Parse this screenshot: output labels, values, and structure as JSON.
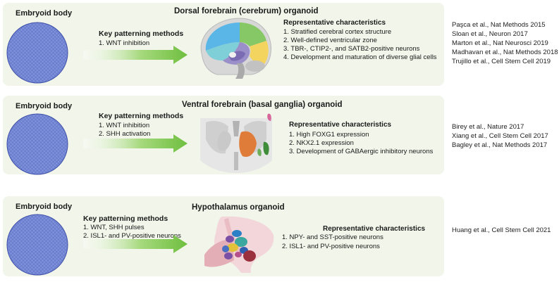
{
  "colors": {
    "panel_bg": "#f1f5ea",
    "body_fill": "#7d90db",
    "arrow_green": "#86cc58"
  },
  "rows": [
    {
      "embryoid_label": "Embryoid body",
      "organoid_title": "Dorsal forebrain (cerebrum) organoid",
      "methods_title": "Key patterning methods",
      "methods": [
        "1. WNT inhibition"
      ],
      "characteristics_title": "Representative characteristics",
      "characteristics": [
        "1. Stratified cerebral cortex structure",
        "2. Well-defined ventricular zone",
        "3. TBR-, CTIP2-, and SATB2-positive neurons",
        "4. Development and maturation of diverse glial cells"
      ],
      "references": [
        "Paşca et al., Nat Methods 2015",
        "Sloan et al., Neuron 2017",
        "Marton et al., Nat Neurosci 2019",
        "Madhavan et al., Nat Methods 2018",
        "Trujillo et al., Cell Stem Cell 2019"
      ]
    },
    {
      "embryoid_label": "Embryoid body",
      "organoid_title": "Ventral forebrain (basal ganglia) organoid",
      "methods_title": "Key patterning methods",
      "methods": [
        "1.  WNT inhibition",
        "2.  SHH activation"
      ],
      "characteristics_title": "Representative characteristics",
      "characteristics": [
        "1.  High FOXG1 expression",
        "2.  NKX2.1 expression",
        "3.  Development of GABAergic inhibitory neurons"
      ],
      "references": [
        "Birey et al., Nature 2017",
        "Xiang et al., Cell Stem Cell 2017",
        "Bagley et al., Nat Methods 2017"
      ]
    },
    {
      "embryoid_label": "Embryoid body",
      "organoid_title": "Hypothalamus organoid",
      "methods_title": "Key patterning methods",
      "methods": [
        "1.  WNT, SHH pulses",
        "2.  ISL1- and PV-positive neurons"
      ],
      "characteristics_title": "Representative characteristics",
      "characteristics": [
        "1.    NPY- and SST-positive neurons",
        "2.    ISL1- and PV-positive neurons"
      ],
      "references": [
        "Huang et al., Cell Stem Cell 2021"
      ]
    }
  ]
}
